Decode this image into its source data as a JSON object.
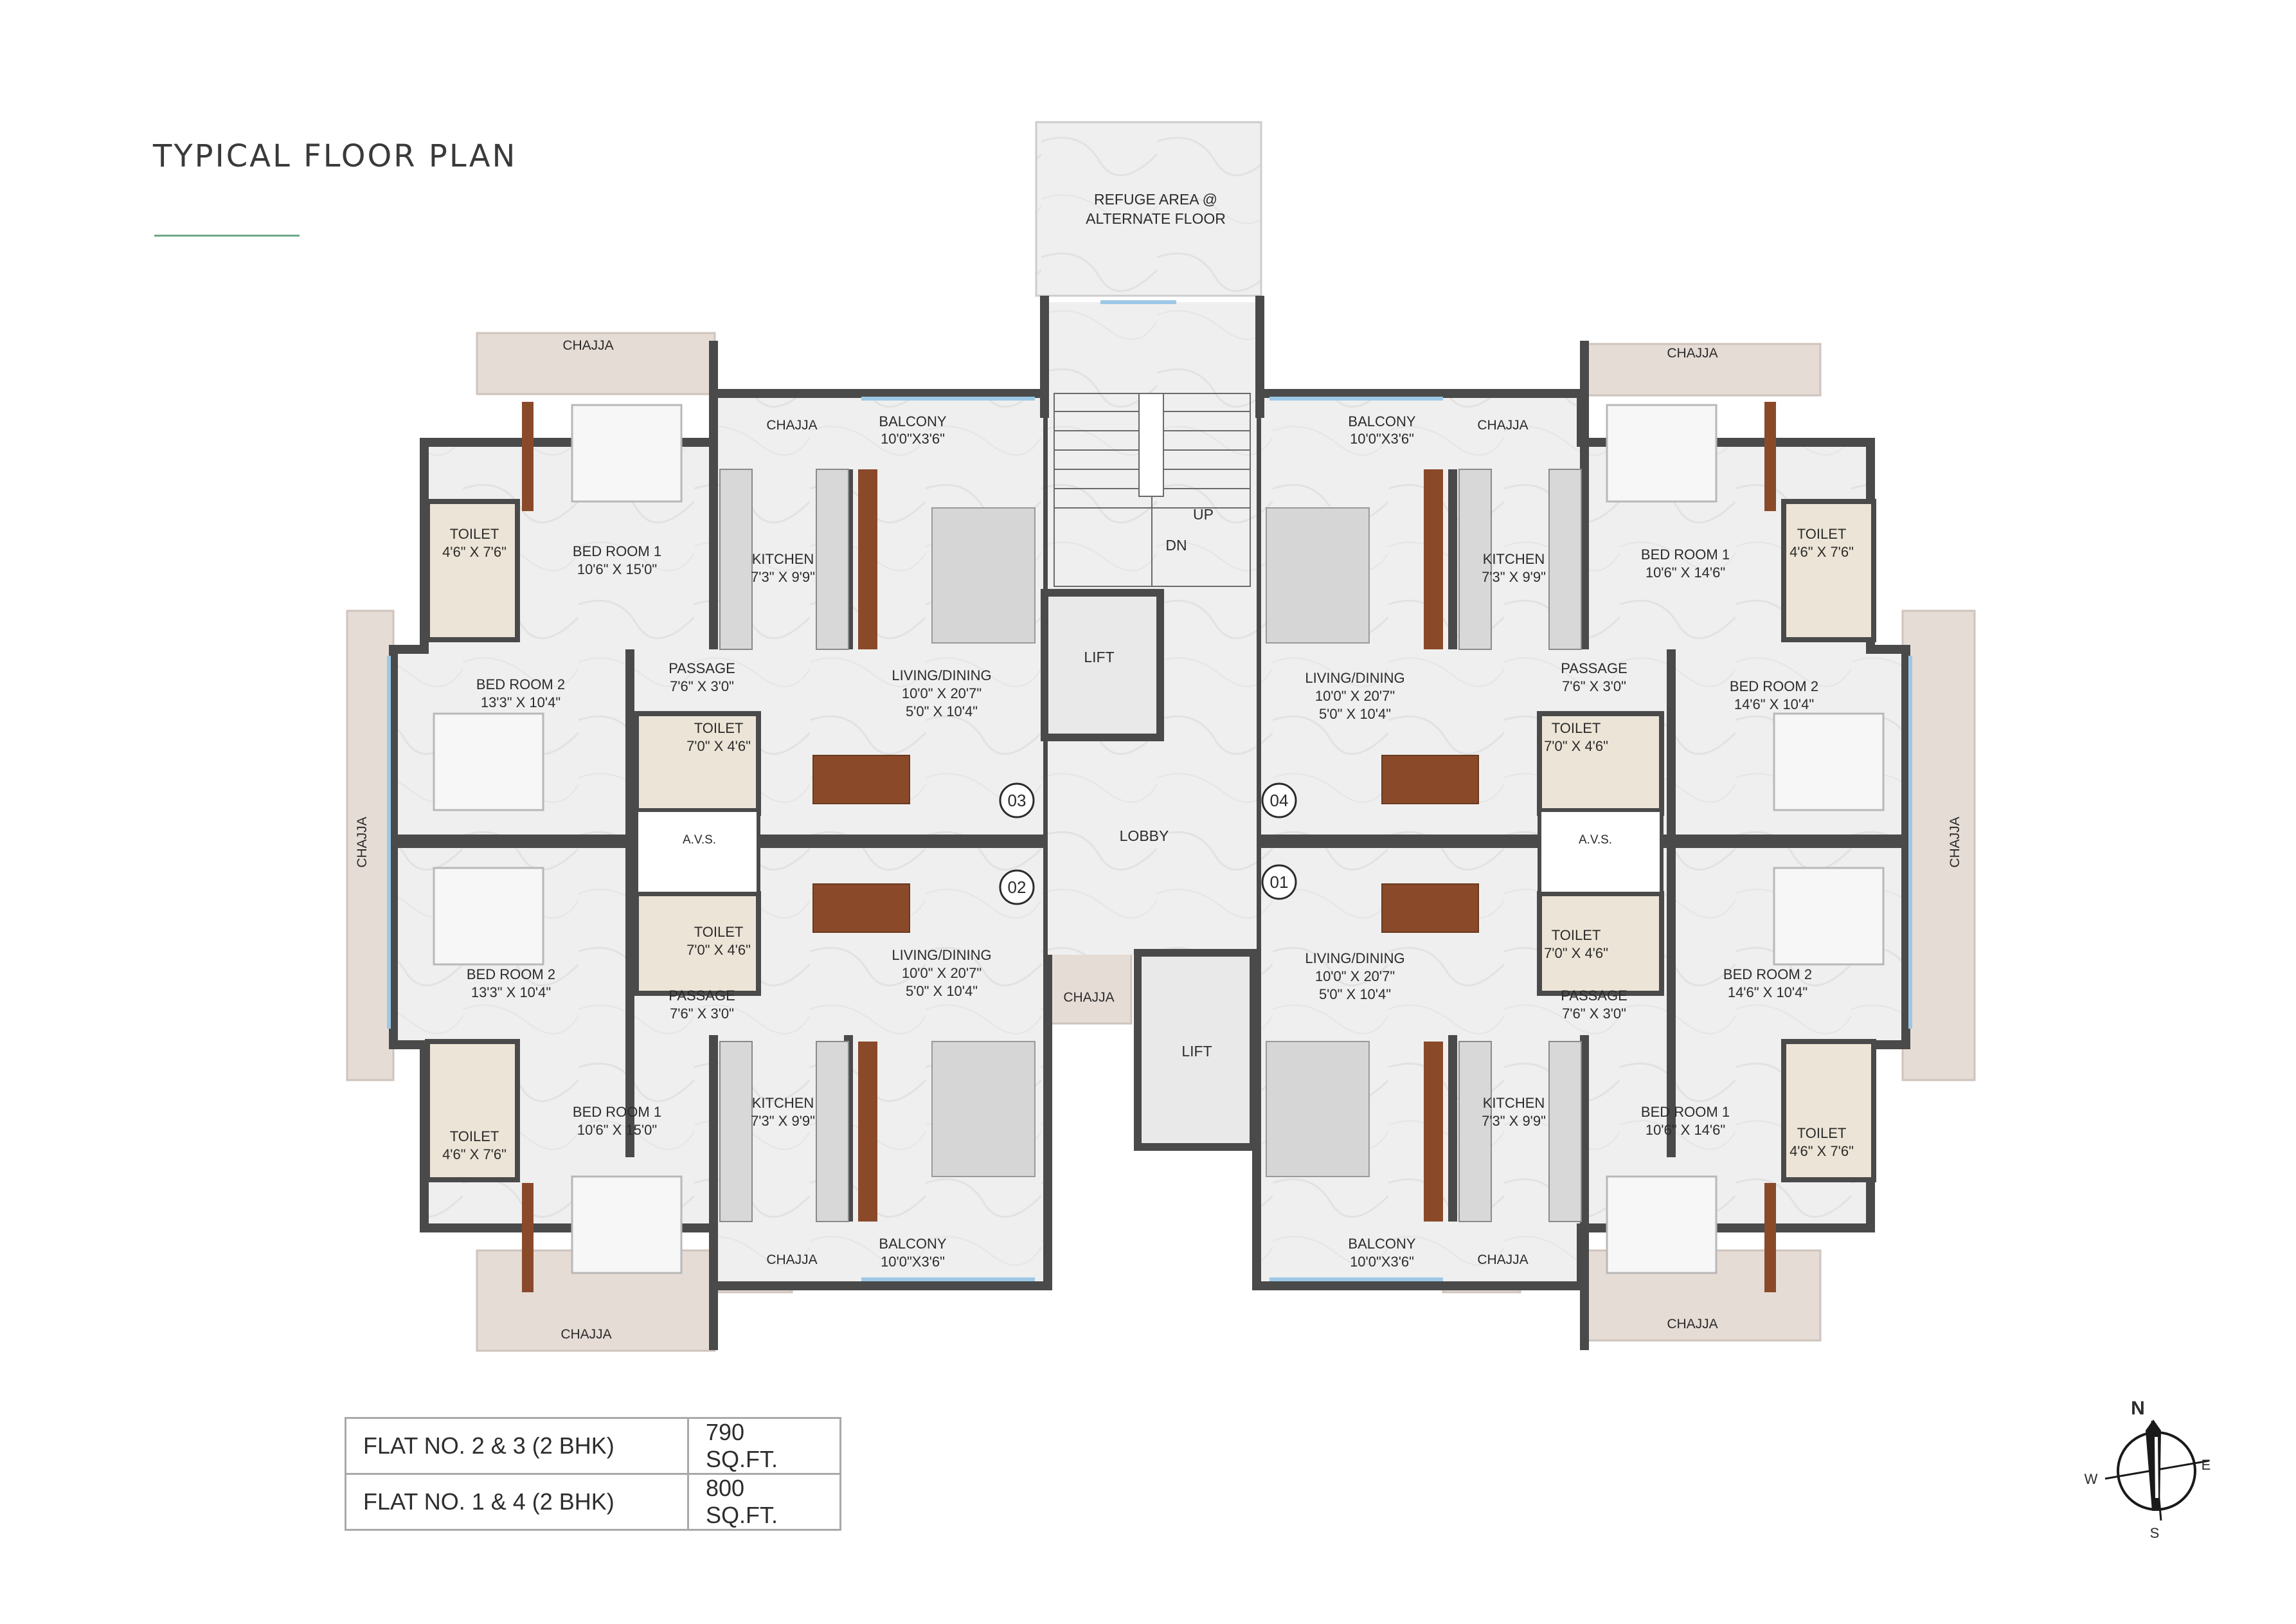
{
  "title": "TYPICAL FLOOR PLAN",
  "core": {
    "refuge": [
      "REFUGE AREA @",
      "ALTERNATE FLOOR"
    ],
    "up": "UP",
    "dn": "DN",
    "lift": "LIFT",
    "lobby": "LOBBY",
    "chajja": "CHAJJA"
  },
  "flats": [
    {
      "no": "03",
      "rooms": {
        "bed1": {
          "name": "BED ROOM 1",
          "size": "10'6\" X 15'0\""
        },
        "bed2": {
          "name": "BED ROOM 2",
          "size": "13'3\" X 10'4\""
        },
        "toilet_a": {
          "name": "TOILET",
          "size": "4'6\" X 7'6\""
        },
        "toilet_b": {
          "name": "TOILET",
          "size": "7'0\" X 4'6\""
        },
        "kitchen": {
          "name": "KITCHEN",
          "size": "7'3\" X 9'9\""
        },
        "living": {
          "name": "LIVING/DINING",
          "size": "10'0\" X 20'7\"",
          "size2": "5'0\" X 10'4\""
        },
        "passage": {
          "name": "PASSAGE",
          "size": "7'6\" X 3'0\""
        },
        "balcony": {
          "name": "BALCONY",
          "size": "10'0\"X3'6\""
        }
      }
    },
    {
      "no": "04",
      "rooms": {
        "bed1": {
          "name": "BED ROOM 1",
          "size": "10'6\" X 14'6\""
        },
        "bed2": {
          "name": "BED ROOM 2",
          "size": "14'6\" X 10'4\""
        },
        "toilet_a": {
          "name": "TOILET",
          "size": "4'6\" X 7'6\""
        },
        "toilet_b": {
          "name": "TOILET",
          "size": "7'0\" X 4'6\""
        },
        "kitchen": {
          "name": "KITCHEN",
          "size": "7'3\" X 9'9\""
        },
        "living": {
          "name": "LIVING/DINING",
          "size": "10'0\" X 20'7\"",
          "size2": "5'0\" X 10'4\""
        },
        "passage": {
          "name": "PASSAGE",
          "size": "7'6\" X 3'0\""
        },
        "balcony": {
          "name": "BALCONY",
          "size": "10'0\"X3'6\""
        }
      }
    },
    {
      "no": "02",
      "rooms": {
        "bed1": {
          "name": "BED ROOM 1",
          "size": "10'6\" X 15'0\""
        },
        "bed2": {
          "name": "BED ROOM 2",
          "size": "13'3\" X 10'4\""
        },
        "toilet_a": {
          "name": "TOILET",
          "size": "4'6\" X 7'6\""
        },
        "toilet_b": {
          "name": "TOILET",
          "size": "7'0\" X 4'6\""
        },
        "kitchen": {
          "name": "KITCHEN",
          "size": "7'3\" X 9'9\""
        },
        "living": {
          "name": "LIVING/DINING",
          "size": "10'0\" X 20'7\"",
          "size2": "5'0\" X 10'4\""
        },
        "passage": {
          "name": "PASSAGE",
          "size": "7'6\" X 3'0\""
        },
        "balcony": {
          "name": "BALCONY",
          "size": "10'0\"X3'6\""
        }
      }
    },
    {
      "no": "01",
      "rooms": {
        "bed1": {
          "name": "BED ROOM 1",
          "size": "10'6\" X 14'6\""
        },
        "bed2": {
          "name": "BED ROOM 2",
          "size": "14'6\" X 10'4\""
        },
        "toilet_a": {
          "name": "TOILET",
          "size": "4'6\" X 7'6\""
        },
        "toilet_b": {
          "name": "TOILET",
          "size": "7'0\" X 4'6\""
        },
        "kitchen": {
          "name": "KITCHEN",
          "size": "7'3\" X 9'9\""
        },
        "living": {
          "name": "LIVING/DINING",
          "size": "10'0\" X 20'7\"",
          "size2": "5'0\" X 10'4\""
        },
        "passage": {
          "name": "PASSAGE",
          "size": "7'6\" X 3'0\""
        },
        "balcony": {
          "name": "BALCONY",
          "size": "10'0\"X3'6\""
        }
      }
    }
  ],
  "avs": "A.V.S.",
  "area_table": [
    {
      "flat": "FLAT NO. 2 & 3 (2 BHK)",
      "area": "790 SQ.FT."
    },
    {
      "flat": "FLAT NO. 1 & 4 (2 BHK)",
      "area": "800 SQ.FT."
    }
  ],
  "compass": {
    "n": "N",
    "s": "S",
    "e": "E",
    "w": "W"
  },
  "colors": {
    "wall": "#4a4a4a",
    "floor": "#eeeeee",
    "chajja": "#e6dcd6",
    "wood": "#8a4a2a",
    "window": "#9cc8e6",
    "accent": "#6fa888"
  }
}
